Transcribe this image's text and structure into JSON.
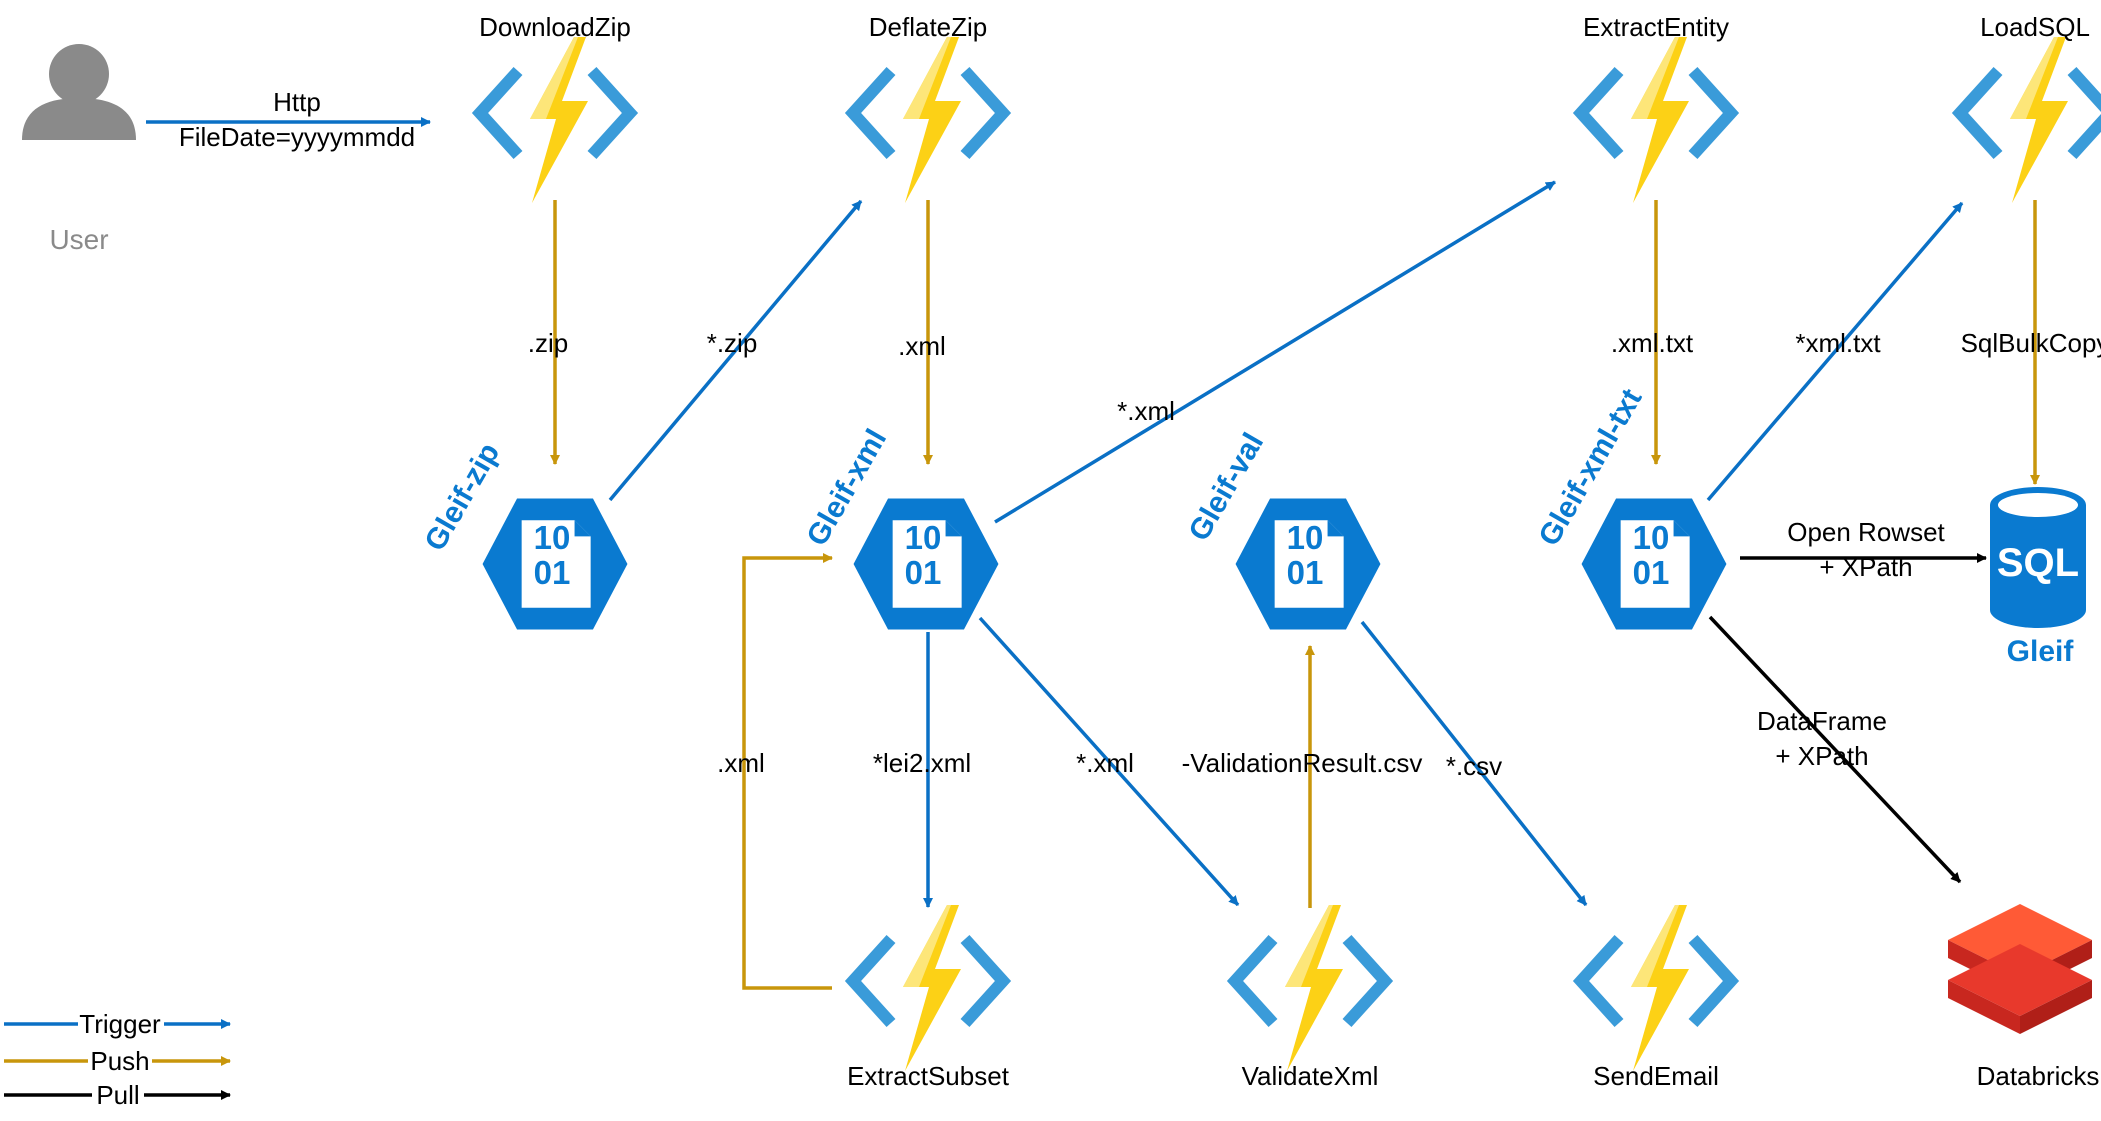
{
  "user": {
    "label": "User"
  },
  "functions": {
    "download_zip": "DownloadZip",
    "deflate_zip": "DeflateZip",
    "extract_entity": "ExtractEntity",
    "load_sql": "LoadSQL",
    "extract_subset": "ExtractSubset",
    "validate_xml": "ValidateXml",
    "send_email": "SendEmail"
  },
  "containers": {
    "gleif_zip": "Gleif-zip",
    "gleif_xml": "Gleif-xml",
    "gleif_val": "Gleif-val",
    "gleif_xml_txt": "Gleif-xml-txt"
  },
  "storage_icon": {
    "line1": "10",
    "line2": "01"
  },
  "sql": {
    "badge": "SQL",
    "name": "Gleif"
  },
  "databricks": {
    "label": "Databricks"
  },
  "edges": {
    "http": "Http",
    "file_date": "FileDate=yyyymmdd",
    "zip_push": ".zip",
    "zip_trigger": "*.zip",
    "xml_push": ".xml",
    "xml_trigger_entity": "*.xml",
    "lei2_xml": "*lei2.xml",
    "xml_trigger_validate": "*.xml",
    "subset_xml": ".xml",
    "validation_result": "-ValidationResult.csv",
    "csv_trigger": "*.csv",
    "xml_txt_push": ".xml.txt",
    "xml_txt_trigger": "*xml.txt",
    "sql_bulk_copy": "SqlBulkCopy",
    "open_rowset_1": "Open Rowset",
    "open_rowset_2": "+ XPath",
    "dataframe_1": "DataFrame",
    "dataframe_2": "+ XPath"
  },
  "legend": {
    "trigger": "Trigger",
    "push": "Push",
    "pull": "Pull"
  },
  "colors": {
    "trigger": "#0a70c5",
    "push": "#c8960b",
    "pull": "#000000",
    "azure_blue": "#0a7ad0",
    "bolt": "#fcd116",
    "user_gray": "#8a8a8a",
    "databricks_red": "#e8392c"
  },
  "icons": {
    "function": "azure-function-icon",
    "storage": "blob-storage-hexagon-icon",
    "sql": "sql-database-icon",
    "databricks": "databricks-icon",
    "user": "user-icon"
  }
}
